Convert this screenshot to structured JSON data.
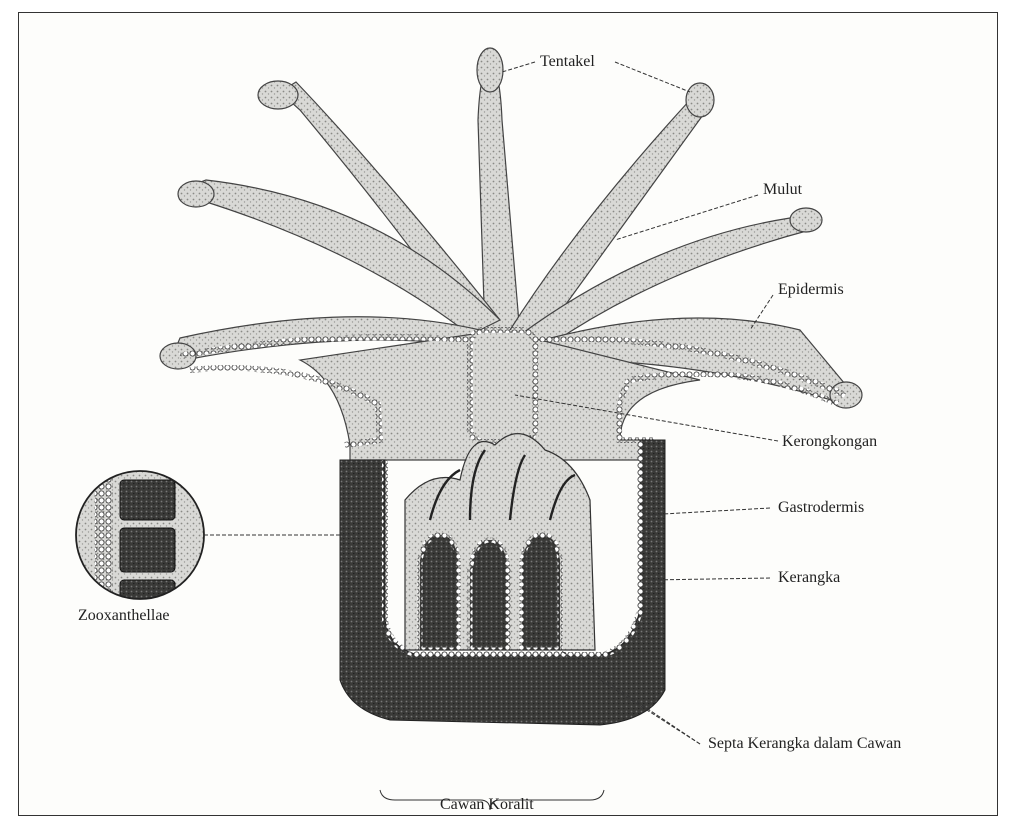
{
  "labels": {
    "tentakel": "Tentakel",
    "mulut": "Mulut",
    "epidermis": "Epidermis",
    "kerongkongan": "Kerongkongan",
    "gastrodermis": "Gastrodermis",
    "kerangka": "Kerangka",
    "zooxanthellae": "Zooxanthellae",
    "septa": "Septa Kerangka dalam Cawan",
    "cawan_koralit": "Cawan Koralit"
  }
}
